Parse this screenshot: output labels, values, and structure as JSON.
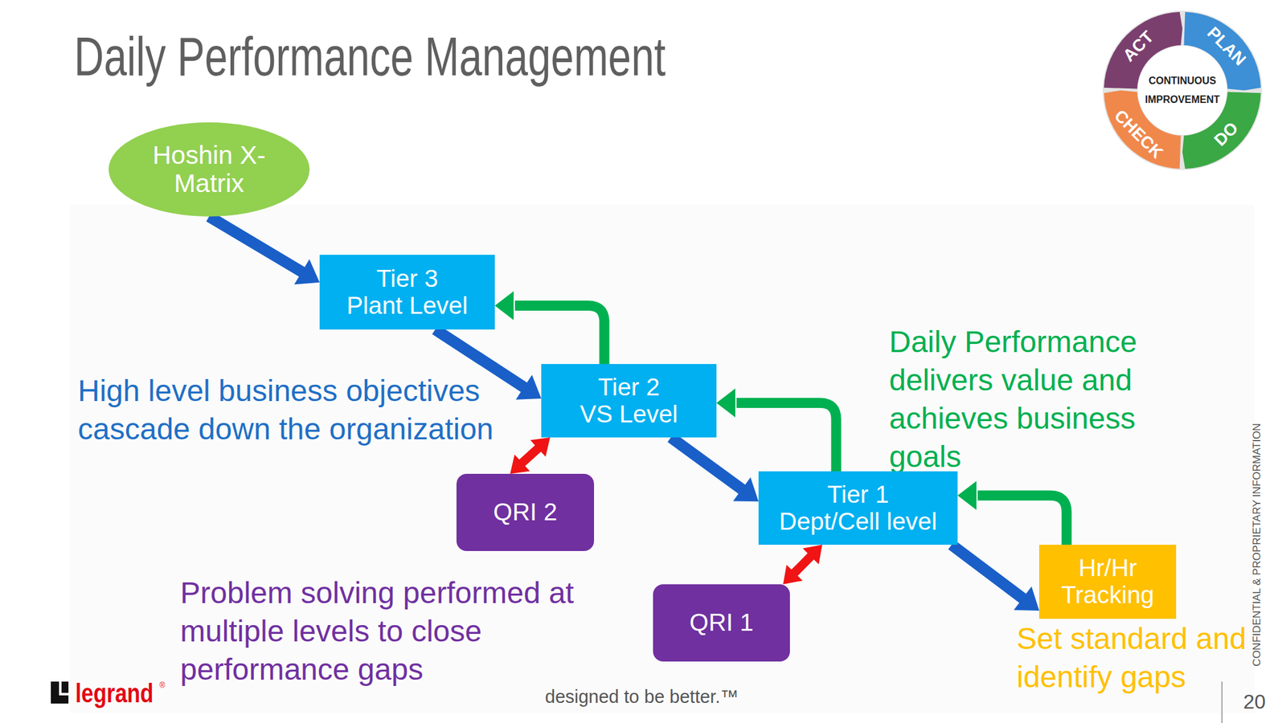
{
  "diagram": {
    "title": "Daily Performance Management",
    "nodes": [
      {
        "text": [
          "ACT",
          "PLAN",
          "CHECK",
          "DO",
          "CONTINUOUS IMPROVEMENT"
        ]
      },
      {
        "text": [
          "Hoshin X-Matrix"
        ]
      },
      {
        "text": [
          "Tier 3",
          "Plant Level"
        ]
      },
      {
        "text": [
          "Tier 2",
          "VS Level"
        ]
      },
      {
        "text": [
          "QRI 2"
        ]
      },
      {
        "text": [
          "Tier 1",
          "Dept/Cell level"
        ]
      },
      {
        "text": [
          "QRI 1"
        ]
      },
      {
        "text": [
          "Hr/Hr Tracking"
        ]
      }
    ],
    "edges": [
      {
        "from": 1,
        "to": 2,
        "arrow": "to"
      },
      {
        "from": 2,
        "to": 3,
        "arrow": "to"
      },
      {
        "from": 3,
        "to": 2,
        "arrow": "to"
      },
      {
        "from": 3,
        "to": 4,
        "arrow": "both"
      },
      {
        "from": 3,
        "to": 5,
        "arrow": "to"
      },
      {
        "from": 5,
        "to": 3,
        "arrow": "to"
      },
      {
        "from": 5,
        "to": 6,
        "arrow": "both"
      },
      {
        "from": 5,
        "to": 7,
        "arrow": "to"
      },
      {
        "from": 7,
        "to": 5,
        "arrow": "to"
      }
    ],
    "labels": [
      "High level business objectives cascade down the organization",
      "Daily Performance delivers value and achieves business goals",
      "Problem solving performed at multiple levels to close performance gaps",
      "Set standard and identify gaps",
      "legrand",
      "®",
      "designed to be better.™",
      "CONFIDENTIAL & PROPRIETARY INFORMATION",
      "20"
    ]
  }
}
